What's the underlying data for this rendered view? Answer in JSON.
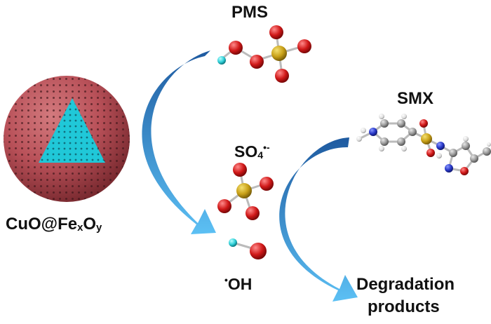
{
  "labels": {
    "pms": "PMS",
    "catalyst": {
      "base": "CuO@Fe",
      "x": "x",
      "o": "O",
      "y": "y"
    },
    "sulfate_radical": {
      "base": "SO",
      "sub": "4",
      "sup": "•-"
    },
    "hydroxyl_radical": {
      "dot": "•",
      "text": "OH"
    },
    "smx": "SMX",
    "products_line1": "Degradation",
    "products_line2": "products"
  },
  "colors": {
    "sphere": "#b85058",
    "core": "#20c8d8",
    "arrow_dark": "#1e5aa0",
    "arrow_light": "#4ab2ee",
    "oxygen": "#d01818",
    "sulfur": "#c8a018",
    "hydrogen": "#30d0d8",
    "carbon": "#9a9a9a",
    "nitrogen": "#2838c8"
  }
}
